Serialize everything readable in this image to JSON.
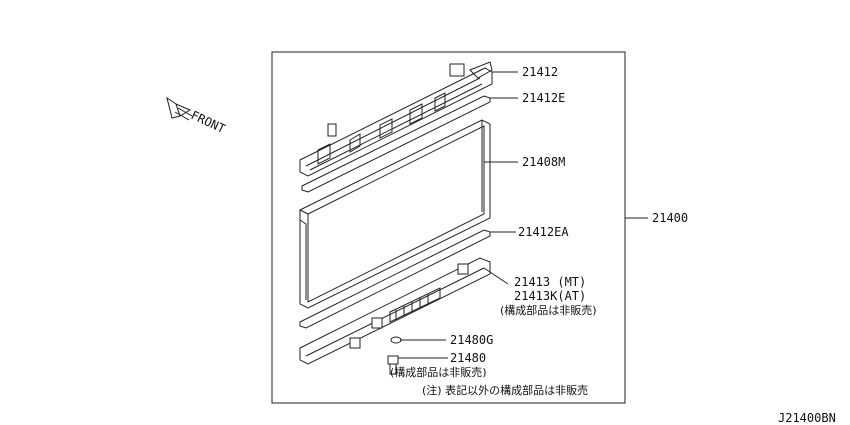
{
  "front_label": "FRONT",
  "callouts": {
    "p21412": "21412",
    "p21412e": "21412E",
    "p21408m": "21408M",
    "p21400": "21400",
    "p21412ea": "21412EA",
    "p21413": "21413 (MT)",
    "p21413k": "21413K(AT)",
    "p21413_note": "(構成部品は非販売)",
    "p21480g": "21480G",
    "p21480": "21480",
    "p21480_note": "(構成部品は非販売)"
  },
  "footnote": "(注) 表記以外の構成部品は非販売",
  "diagram_code": "J21400BN"
}
